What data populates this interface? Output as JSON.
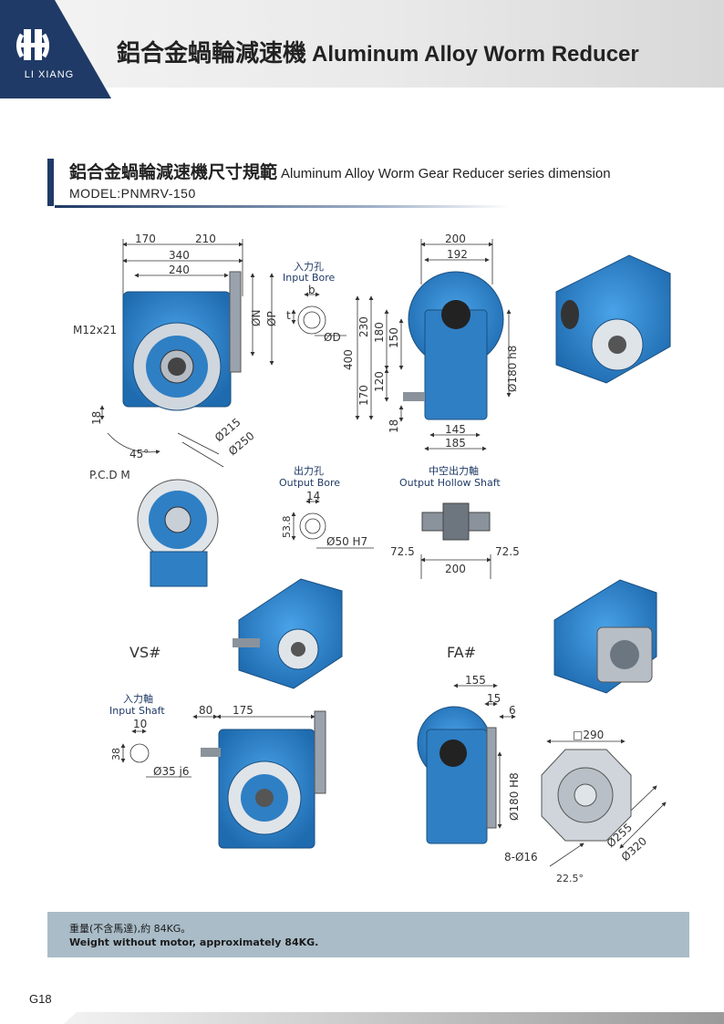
{
  "header": {
    "brand": "LI XIANG",
    "title_zh": "鋁合金蝸輪減速機",
    "title_en": "Aluminum Alloy Worm Reducer"
  },
  "section": {
    "title_zh": "鋁合金蝸輪減速機尺寸規範",
    "title_en": "Aluminum Alloy Worm Gear Reducer series dimension",
    "model": "MODEL:PNMRV-150"
  },
  "colors": {
    "accent": "#1f3a66",
    "reducer_blue": "#2f7fc4",
    "weight_box": "#a9bcc8"
  },
  "icons": {
    "logo": "lixiang-logo-icon"
  },
  "drawing": {
    "front_view": {
      "d170": "170",
      "d210": "210",
      "d340": "340",
      "d240": "240",
      "thread": "M12x21",
      "d18": "18",
      "angle": "45°",
      "d215": "Ø215",
      "d250": "Ø250",
      "n": "ØN",
      "p": "ØP"
    },
    "input_bore": {
      "label_zh": "入力孔",
      "label_en": "Input Bore",
      "b": "b",
      "t": "t",
      "d": "ØD"
    },
    "side_view": {
      "d200": "200",
      "d192": "192",
      "d400": "400",
      "d230": "230",
      "d180": "180",
      "d150": "150",
      "d170": "170",
      "d120": "120",
      "d18": "18",
      "d145": "145",
      "d185": "185",
      "shaft": "Ø180 h8"
    },
    "pcd": "P.C.D M",
    "output_bore": {
      "label_zh": "出力孔",
      "label_en": "Output Bore",
      "d14": "14",
      "d53": "53.8",
      "d50": "Ø50 H7"
    },
    "hollow_shaft": {
      "label_zh": "中空出力軸",
      "label_en": "Output Hollow Shaft",
      "d72a": "72.5",
      "d72b": "72.5",
      "d200": "200"
    },
    "vs": {
      "label": "VS#",
      "shaft_zh": "入力軸",
      "shaft_en": "Input Shaft",
      "d80": "80",
      "d175": "175",
      "d10": "10",
      "d38": "38",
      "d35": "Ø35 j6"
    },
    "fa": {
      "label": "FA#",
      "d155": "155",
      "d15": "15",
      "d6": "6",
      "shaft": "Ø180 H8",
      "sq": "□290",
      "d255": "Ø255",
      "d320": "Ø320",
      "holes": "8-Ø16",
      "angle": "22.5°"
    }
  },
  "weight": {
    "zh": "重量(不含馬達),約 84KG。",
    "en": "Weight without motor, approximately 84KG."
  },
  "page_number": "G18"
}
